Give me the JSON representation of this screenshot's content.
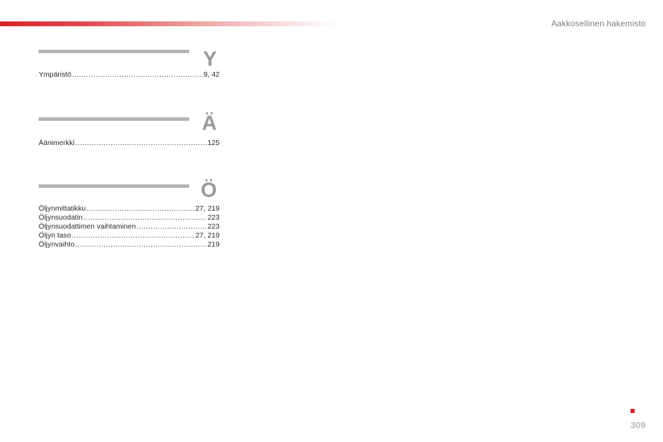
{
  "header": {
    "section_title": "Aakkosellinen hakemisto"
  },
  "sections": [
    {
      "letter": "Y",
      "entries": [
        {
          "term": "Ympäristö",
          "pages": "9, 42"
        }
      ]
    },
    {
      "letter": "Ä",
      "entries": [
        {
          "term": "Äänimerkki",
          "pages": "125"
        }
      ]
    },
    {
      "letter": "Ö",
      "entries": [
        {
          "term": "Öljynmittatikku",
          "pages": "27, 219"
        },
        {
          "term": "Öljynsuodatin",
          "pages": "223"
        },
        {
          "term": "Öljynsuodattimen vaihtaminen",
          "pages": "223"
        },
        {
          "term": "Öljyn taso",
          "pages": "27, 219"
        },
        {
          "term": "Öljynvaihto",
          "pages": "219"
        }
      ]
    }
  ],
  "footer": {
    "page_number": "309"
  },
  "colors": {
    "accent": "#d8232a",
    "rule": "#b4b4b4",
    "letter": "#9a9a9a"
  }
}
